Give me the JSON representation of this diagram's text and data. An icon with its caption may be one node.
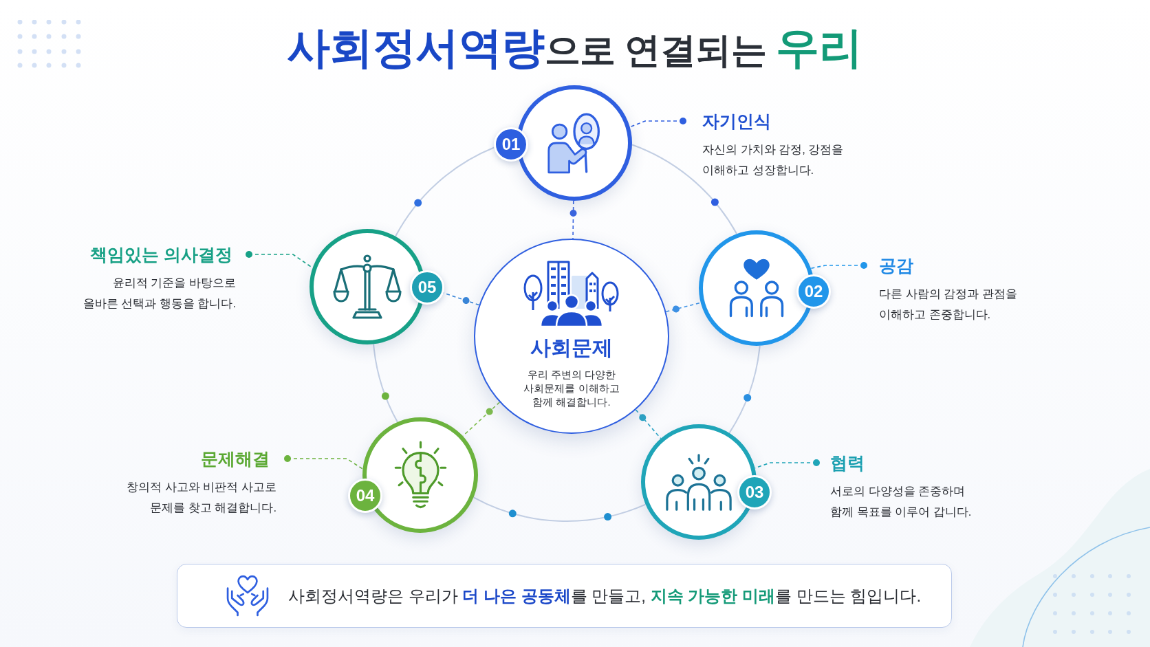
{
  "diagram": {
    "title": "**사회정서역량**으로 연결되는 **우리**",
    "nodes": [
      {
        "text": [],
        "shape": "circle"
      },
      {
        "text": [
          "01"
        ]
      },
      {
        "text": [
          "자기인식",
          "자신의 가치와 감정, 강점을 이해하고 성장합니다."
        ]
      },
      {
        "text": [
          "책임있는 의사결정",
          "윤리적 기준을 바탕으로 올바른 선택과 행동을 합니다."
        ]
      },
      {
        "text": [],
        "shape": "circle"
      },
      {
        "text": [
          "05"
        ]
      },
      {
        "text": [
          "사회문제",
          "우리 주변의 다양한 사회문제를 이해하고 함께 해결합니다."
        ]
      },
      {
        "text": [],
        "shape": "circle"
      },
      {
        "text": [
          "02"
        ]
      },
      {
        "text": [
          "공감",
          "다른 사람의 감정과 관점을 이해하고 존중합니다."
        ]
      },
      {
        "text": [
          "문제해결",
          "창의적 사고와 비판적 사고로 문제를 찾고 해결합니다."
        ]
      },
      {
        "text": [],
        "shape": "circle"
      },
      {
        "text": [
          "04"
        ]
      },
      {
        "text": [],
        "shape": "circle"
      },
      {
        "text": [
          "03"
        ]
      },
      {
        "text": [
          "협력",
          "서로의 다양성을 존중하며 함께 목표를 이루어 갑니다."
        ]
      },
      {
        "text": [
          "사회정서역량은 우리가 **더 나은 공동체**를 만들고, **지속 가능한 미래**를 만드는 힘입니다."
        ]
      }
    ],
    "edges": [
      {
        "from": 0,
        "to": 7,
        "arrow": "none"
      },
      {
        "from": 7,
        "to": 13,
        "arrow": "none"
      },
      {
        "from": 13,
        "to": 11,
        "arrow": "none"
      },
      {
        "from": 11,
        "to": 4,
        "arrow": "none"
      },
      {
        "from": 4,
        "to": 1,
        "arrow": "none"
      },
      {
        "from": 0,
        "to": 6,
        "arrow": "other",
        "style": "dashed",
        "color": "#3b66e0"
      },
      {
        "from": 6,
        "to": 7,
        "arrow": "other",
        "style": "dashed",
        "color": "#3d92e6"
      },
      {
        "from": 6,
        "to": 13,
        "arrow": "other",
        "style": "dashed",
        "color": "#2ea5c6"
      },
      {
        "from": 6,
        "to": 11,
        "arrow": "other",
        "style": "dashed",
        "color": "#80bd4f"
      },
      {
        "from": 6,
        "to": 5,
        "arrow": "other",
        "style": "dashed",
        "color": "#3a86d8"
      },
      {
        "from": 2,
        "to": 0,
        "arrow": "other",
        "style": "dashed",
        "color": "#2f5fe0"
      },
      {
        "from": 9,
        "to": 7,
        "arrow": "other",
        "style": "dashed",
        "color": "#2196ea"
      },
      {
        "from": 15,
        "to": 13,
        "arrow": "other",
        "style": "dashed",
        "color": "#1fa5b8"
      },
      {
        "from": 10,
        "to": 11,
        "arrow": "other",
        "style": "dashed",
        "color": "#6cb33e"
      },
      {
        "from": 3,
        "to": 4,
        "arrow": "other",
        "style": "dashed",
        "color": "#17a187"
      }
    ]
  }
}
